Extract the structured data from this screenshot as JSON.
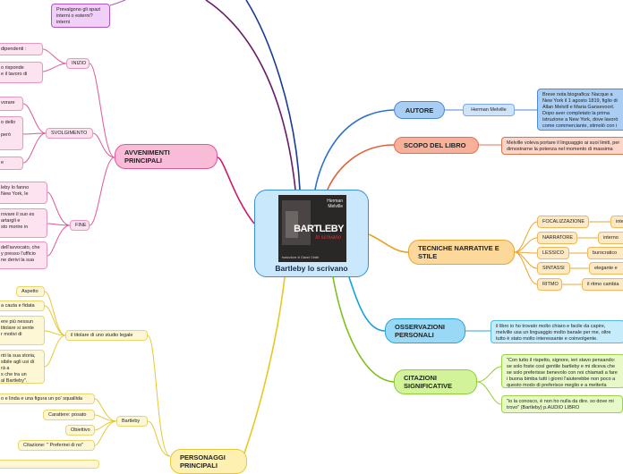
{
  "central": {
    "label": "Bartleby lo scrivano",
    "cover": {
      "author": "Herman Melville",
      "title": "BARTLEBY",
      "subtitle": "lo scrivano",
      "footer": "traduzione di Gianni Celati"
    }
  },
  "branches": {
    "autore": {
      "label": "AUTORE",
      "child": "Herman Melville",
      "note": "Breve nota biografica:   Nacque a New York il 1 agosto 1819, figlio di Allan Melvill e Maria Gansevoort. Dopo aver completato la prima istruzione a New York, dove lavorò come commerciante, stimolò con i suoi libri di viaggi e d'avventura del suo secondogenito..."
    },
    "scopo": {
      "label": "SCOPO DEL LIBRO",
      "note": "Melville voleva portare il linguaggio ai suoi limiti, per dimostrarne la potenza nel momento di massima negazione"
    },
    "tecniche": {
      "label": "TECNICHE NARRATIVE E STILE",
      "items": [
        {
          "label": "FOCALIZZAZIONE",
          "value": "interna"
        },
        {
          "label": "NARRATORE",
          "value": "interno"
        },
        {
          "label": "LESSICO",
          "value": "burocratico"
        },
        {
          "label": "SINTASSI",
          "value": "elegante e"
        },
        {
          "label": "RITMO",
          "value": "il ritmo cambia"
        }
      ]
    },
    "osservazioni": {
      "label": "OSSERVAZIONI PERSONALI",
      "note": "il libro io ho trovato molto chiaro e facile da capire, melville usa un linguaggio molto banale per me, oltre tutto è stato molto interessante e coinvolgente."
    },
    "citazioni": {
      "label": "CITAZIONI SIGNIFICATIVE",
      "quotes": [
        "\"Con tutto il rispetto, signore, ieri stavo pensando: se solo foste così gentile bartleby e mi diceva che se solo preferisse benevolo con noi chiamati a fare i buona bimba tutti i giorni l'aiuterebbe non poco a questo modo di preferisce meglio e a metterla incondizioni di partecipare alla sistemazione dei documenti\" (turkey)p. AUDIO LIBRO\"",
        "\"io la conosco, è non ho nulla da dire. so dove mi trovo\" (Bartleby) p.AUDIO LIBRO"
      ]
    },
    "avvenimenti": {
      "label": "AVVENIMENTI PRINCIPALI",
      "groups": [
        {
          "label": "INIZIO",
          "items": [
            "dipendenti :",
            "o risponde\ne il lavoro di"
          ]
        },
        {
          "label": "SVOLGIMENTO",
          "items": [
            "vorare",
            "o dello\n\nperò",
            "e"
          ]
        },
        {
          "label": "FINE",
          "items": [
            "leby lo fanno\n New York, le",
            "rovare il suo es\nartargli e\nsto morire in",
            "dell'avvocato, che\ny presso l'ufficio\nne derivi la sua"
          ]
        }
      ]
    },
    "personaggi": {
      "label": "PERSONAGGI PRINCIPALI",
      "groups": [
        {
          "label": "il titolare di uno studio legale",
          "items": [
            "Aspetto",
            "a cauta e fidata",
            "ere più nessun\ntitolare si sente\nr motivi di",
            "nti la sua storia,\nsibile agli usi di\nrà a\ns che tra un\nal Bartleby\"."
          ]
        },
        {
          "label": "Bartleby",
          "items": [
            "o e linda e una figura un po' squallida",
            "Carattere:  posato",
            "Obiettivo",
            "Citazione: \" Preferirei di no\""
          ]
        }
      ]
    },
    "top": {
      "note": "Prevalgono gli spazi interni o esterni? interni"
    }
  }
}
